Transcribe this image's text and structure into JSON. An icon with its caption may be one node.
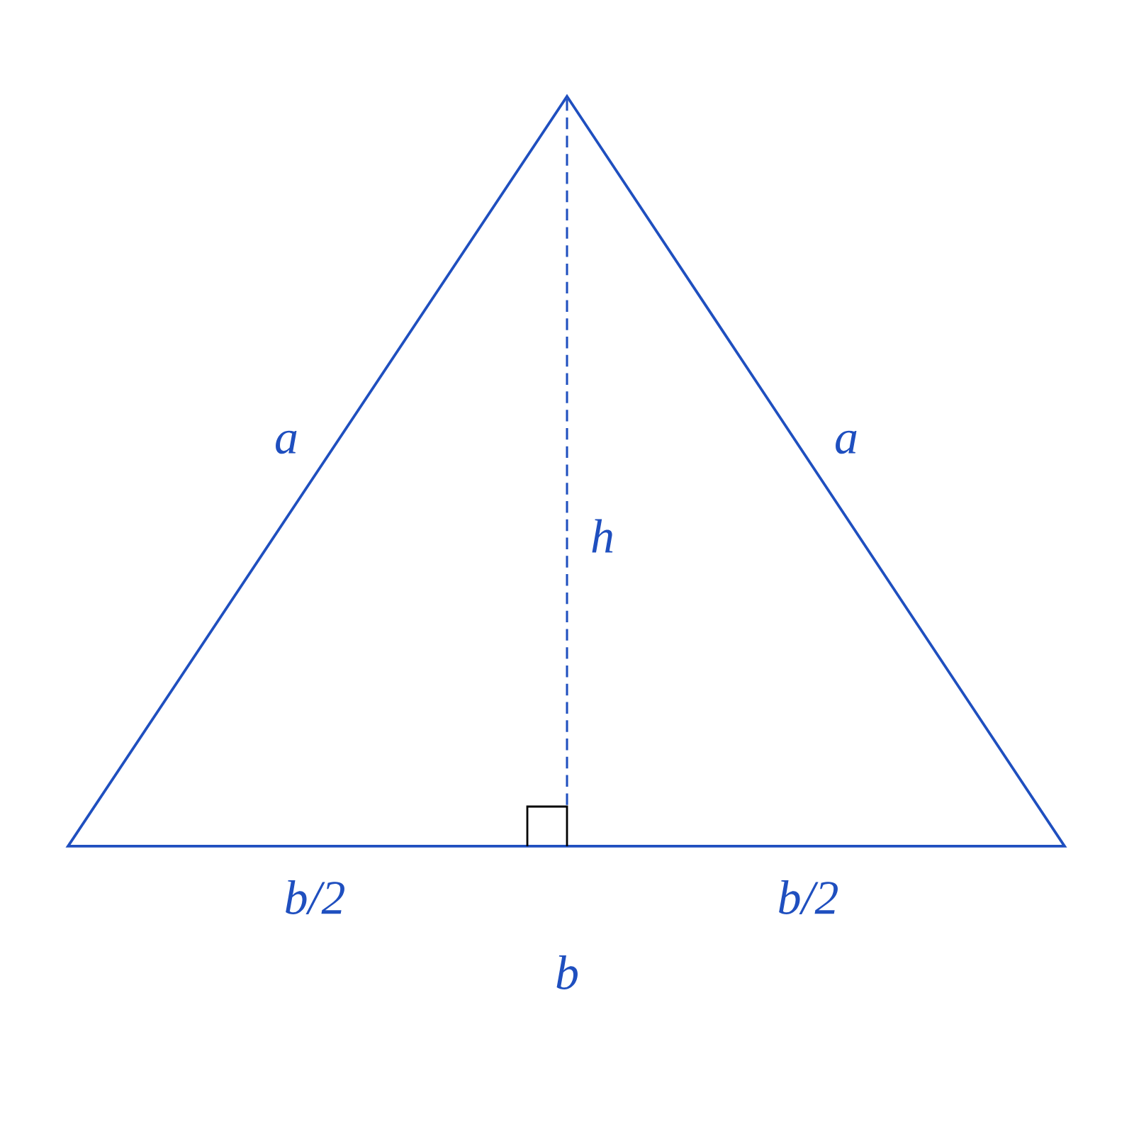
{
  "diagram": {
    "labels": [
      "a",
      "a",
      "h",
      "b/2",
      "b/2",
      "b"
    ]
  }
}
